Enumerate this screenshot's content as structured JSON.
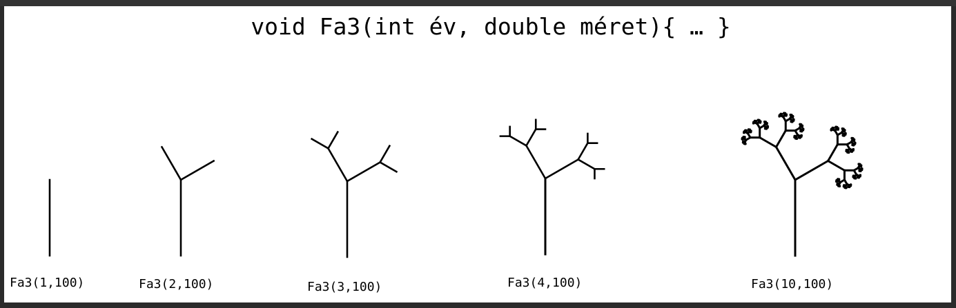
{
  "title": "void Fa3(int év, double méret){ … }",
  "diagram": {
    "trees": [
      {
        "label": "Fa3(1,100)",
        "depth": 1,
        "size": 100
      },
      {
        "label": "Fa3(2,100)",
        "depth": 2,
        "size": 100
      },
      {
        "label": "Fa3(3,100)",
        "depth": 3,
        "size": 100
      },
      {
        "label": "Fa3(4,100)",
        "depth": 4,
        "size": 100
      },
      {
        "label": "Fa3(10,100)",
        "depth": 10,
        "size": 100
      }
    ]
  },
  "colors": {
    "stroke": "#000000",
    "background": "#ffffff",
    "frame": "#2b2b2b"
  }
}
